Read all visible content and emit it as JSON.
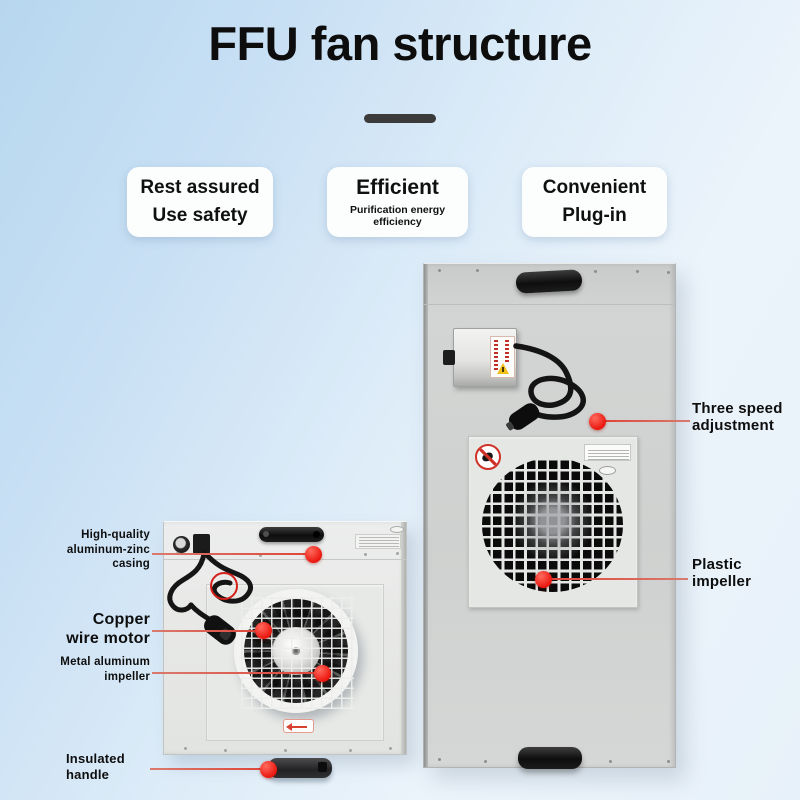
{
  "title": "FFU fan structure",
  "badges": [
    {
      "title": "Rest assured",
      "subtitle": "Use safety"
    },
    {
      "title": "Efficient",
      "subtitle": "Purification energy efficiency"
    },
    {
      "title": "Convenient",
      "subtitle": "Plug-in"
    }
  ],
  "callouts": {
    "three_speed": {
      "lines": [
        "Three speed",
        "adjustment"
      ]
    },
    "plastic_impeller": {
      "lines": [
        "Plastic",
        "impeller"
      ]
    },
    "casing": {
      "lines": [
        "High-quality",
        "aluminum-zinc",
        "casing"
      ]
    },
    "copper_motor": {
      "lines": [
        "Copper",
        "wire motor"
      ]
    },
    "metal_impeller": {
      "lines": [
        "Metal aluminum",
        "impeller"
      ]
    },
    "insulated_handle": {
      "lines": [
        "Insulated",
        "handle"
      ]
    }
  },
  "colors": {
    "accent_red": "#ea170f",
    "callout_line_red": "#df4639",
    "background_blue": "#b7d7ef",
    "panel_gray": "#cfd1d0",
    "panel_white": "#e8e9e7"
  }
}
